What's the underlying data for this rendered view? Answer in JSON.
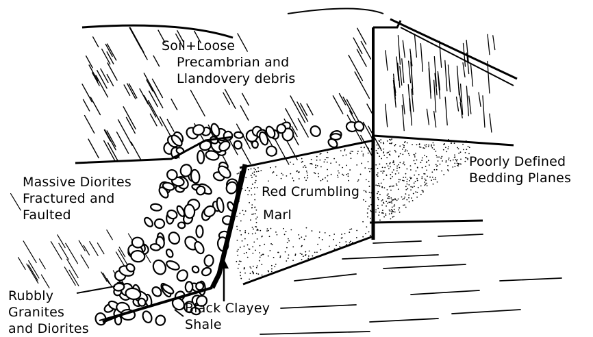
{
  "labels": {
    "soil": [
      "Soil+Loose",
      "Precambrian and",
      "Llandovery debris"
    ],
    "poorly_defined": [
      "Poorly Defined",
      "Bedding Planes"
    ],
    "massive_diorites": [
      "Massive Diorites",
      "Fractured and",
      "Faulted"
    ],
    "red_marl": [
      "Red Crumbling",
      "Marl"
    ],
    "rubbly": [
      "Rubbly",
      "Granites",
      "and Diorites"
    ],
    "black_shale": [
      "Black Clayey",
      "Shale"
    ]
  },
  "colors": {
    "ink": "#000000",
    "paper": "#ffffff"
  }
}
